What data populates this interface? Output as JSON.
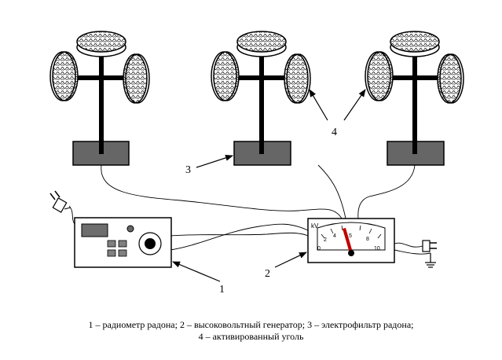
{
  "labels": {
    "radiometer": "1",
    "generator": "2",
    "filter": "3",
    "charcoal": "4"
  },
  "meter": {
    "unit": "kV",
    "ticks": [
      "0",
      "2",
      "4",
      "5",
      "8",
      "10"
    ]
  },
  "caption": {
    "line1": "1 – радиометр радона; 2 – высоковольтный генератор; 3 – электрофильтр радона;",
    "line2": "4 – активированный уголь"
  },
  "colors": {
    "stroke": "#000000",
    "base": "#666666",
    "needle": "#c00000",
    "screen": "#6e6e6e",
    "buttons": "#808080"
  }
}
